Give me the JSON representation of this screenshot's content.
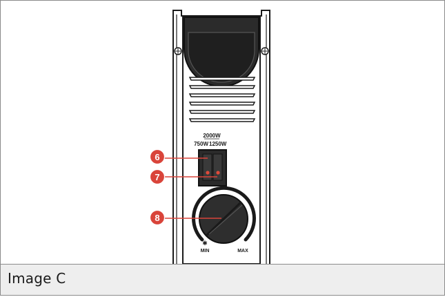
{
  "figure": {
    "caption": "Image C",
    "switch_label_top": "2000W",
    "switch_label_left": "750W",
    "switch_label_right": "1250W",
    "dial_min_label": "MIN",
    "dial_max_label": "MAX",
    "frost_symbol": "✱",
    "callouts": [
      {
        "number": "6"
      },
      {
        "number": "7"
      },
      {
        "number": "8"
      }
    ]
  },
  "colors": {
    "callout_red": "#d9443a",
    "body_outline": "#1a1a1a",
    "body_fill": "#ffffff",
    "handle_fill": "#2b2b2b",
    "dial_fill": "#2e2e2e",
    "indicator_red": "#e04a3a"
  }
}
